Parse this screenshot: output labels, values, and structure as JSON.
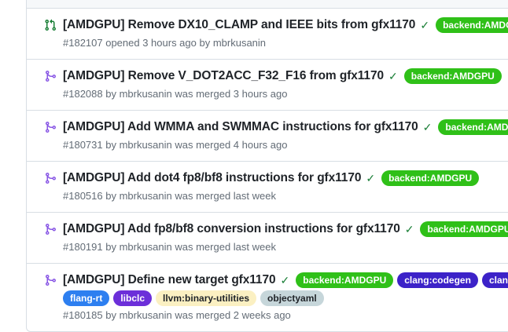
{
  "page": {
    "background": "#ffffff",
    "bottom_area_bg": "#f6f8fa",
    "filter_strip_bg": "#f6f8fa"
  },
  "colors": {
    "container_border": "#d8dee4",
    "row_divider": "#d8dee4",
    "title_text": "#1f2328",
    "meta_text": "#636c76",
    "open_icon": "#1a7f37",
    "merged_icon": "#8957e5",
    "check_green": "#1a7f37"
  },
  "list": {
    "rows": [
      {
        "state": "open",
        "icon": "git-pull-request-icon",
        "title": "[AMDGPU] Remove DX10_CLAMP and IEEE bits from gfx1170",
        "check": "✓",
        "labels": [
          {
            "text": "backend:AMDGPU",
            "bg": "#2fc018",
            "fg": "#ffffff"
          }
        ],
        "labels2": [],
        "meta": "#182107 opened 3 hours ago by mbrkusanin"
      },
      {
        "state": "merged",
        "icon": "git-merge-icon",
        "title": "[AMDGPU] Remove V_DOT2ACC_F32_F16 from gfx1170",
        "check": "✓",
        "labels": [
          {
            "text": "backend:AMDGPU",
            "bg": "#2fc018",
            "fg": "#ffffff"
          }
        ],
        "labels2": [],
        "meta": "#182088 by mbrkusanin was merged 3 hours ago"
      },
      {
        "state": "merged",
        "icon": "git-merge-icon",
        "title": "[AMDGPU] Add WMMA and SWMMAC instructions for gfx1170",
        "check": "✓",
        "labels": [
          {
            "text": "backend:AMDGPU",
            "bg": "#2fc018",
            "fg": "#ffffff"
          }
        ],
        "labels2": [],
        "meta": "#180731 by mbrkusanin was merged 4 hours ago"
      },
      {
        "state": "merged",
        "icon": "git-merge-icon",
        "title": "[AMDGPU] Add dot4 fp8/bf8 instructions for gfx1170",
        "check": "✓",
        "labels": [
          {
            "text": "backend:AMDGPU",
            "bg": "#2fc018",
            "fg": "#ffffff"
          }
        ],
        "labels2": [],
        "meta": "#180516 by mbrkusanin was merged last week"
      },
      {
        "state": "merged",
        "icon": "git-merge-icon",
        "title": "[AMDGPU] Add fp8/bf8 conversion instructions for gfx1170",
        "check": "✓",
        "labels": [
          {
            "text": "backend:AMDGPU",
            "bg": "#2fc018",
            "fg": "#ffffff"
          }
        ],
        "labels2": [],
        "meta": "#180191 by mbrkusanin was merged last week"
      },
      {
        "state": "merged",
        "icon": "git-merge-icon",
        "title": "[AMDGPU] Define new target gfx1170",
        "check": "✓",
        "labels": [
          {
            "text": "backend:AMDGPU",
            "bg": "#2fc018",
            "fg": "#ffffff"
          },
          {
            "text": "clang:codegen",
            "bg": "#3c22c8",
            "fg": "#ffffff"
          },
          {
            "text": "clang:driver",
            "bg": "#3c22c8",
            "fg": "#ffffff"
          }
        ],
        "labels2": [
          {
            "text": "flang-rt",
            "bg": "#2d7ff0",
            "fg": "#ffffff"
          },
          {
            "text": "libclc",
            "bg": "#6c2fd9",
            "fg": "#ffffff"
          },
          {
            "text": "llvm:binary-utilities",
            "bg": "#fbf0c2",
            "fg": "#1f2328"
          },
          {
            "text": "objectyaml",
            "bg": "#c6d6da",
            "fg": "#1f2328"
          }
        ],
        "meta": "#180185 by mbrkusanin was merged 2 weeks ago"
      }
    ]
  }
}
